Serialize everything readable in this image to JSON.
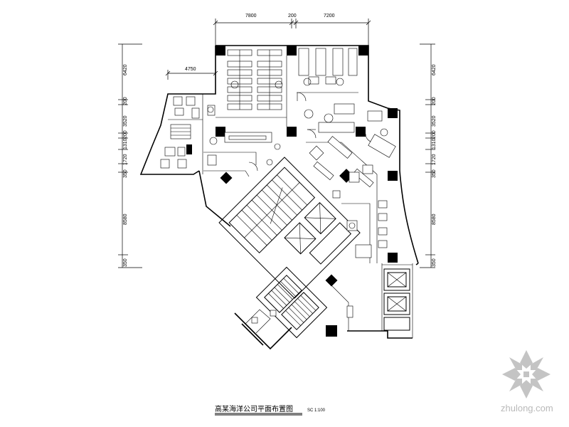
{
  "dimensions": {
    "top": [
      "7800",
      "200",
      "7200"
    ],
    "left_top": "4750",
    "left": [
      "6420",
      "200",
      "3520",
      "200",
      "1310",
      "1720",
      "350",
      "8580",
      "350"
    ],
    "right": [
      "6420",
      "200",
      "3520",
      "200",
      "1310",
      "1720",
      "350",
      "8580",
      "350"
    ]
  },
  "title": {
    "text": "高某海洋公司平面布置图",
    "scale": "SC 1:100"
  },
  "watermark": {
    "text": "zhulong.com",
    "logo": "zhulong-logo"
  }
}
